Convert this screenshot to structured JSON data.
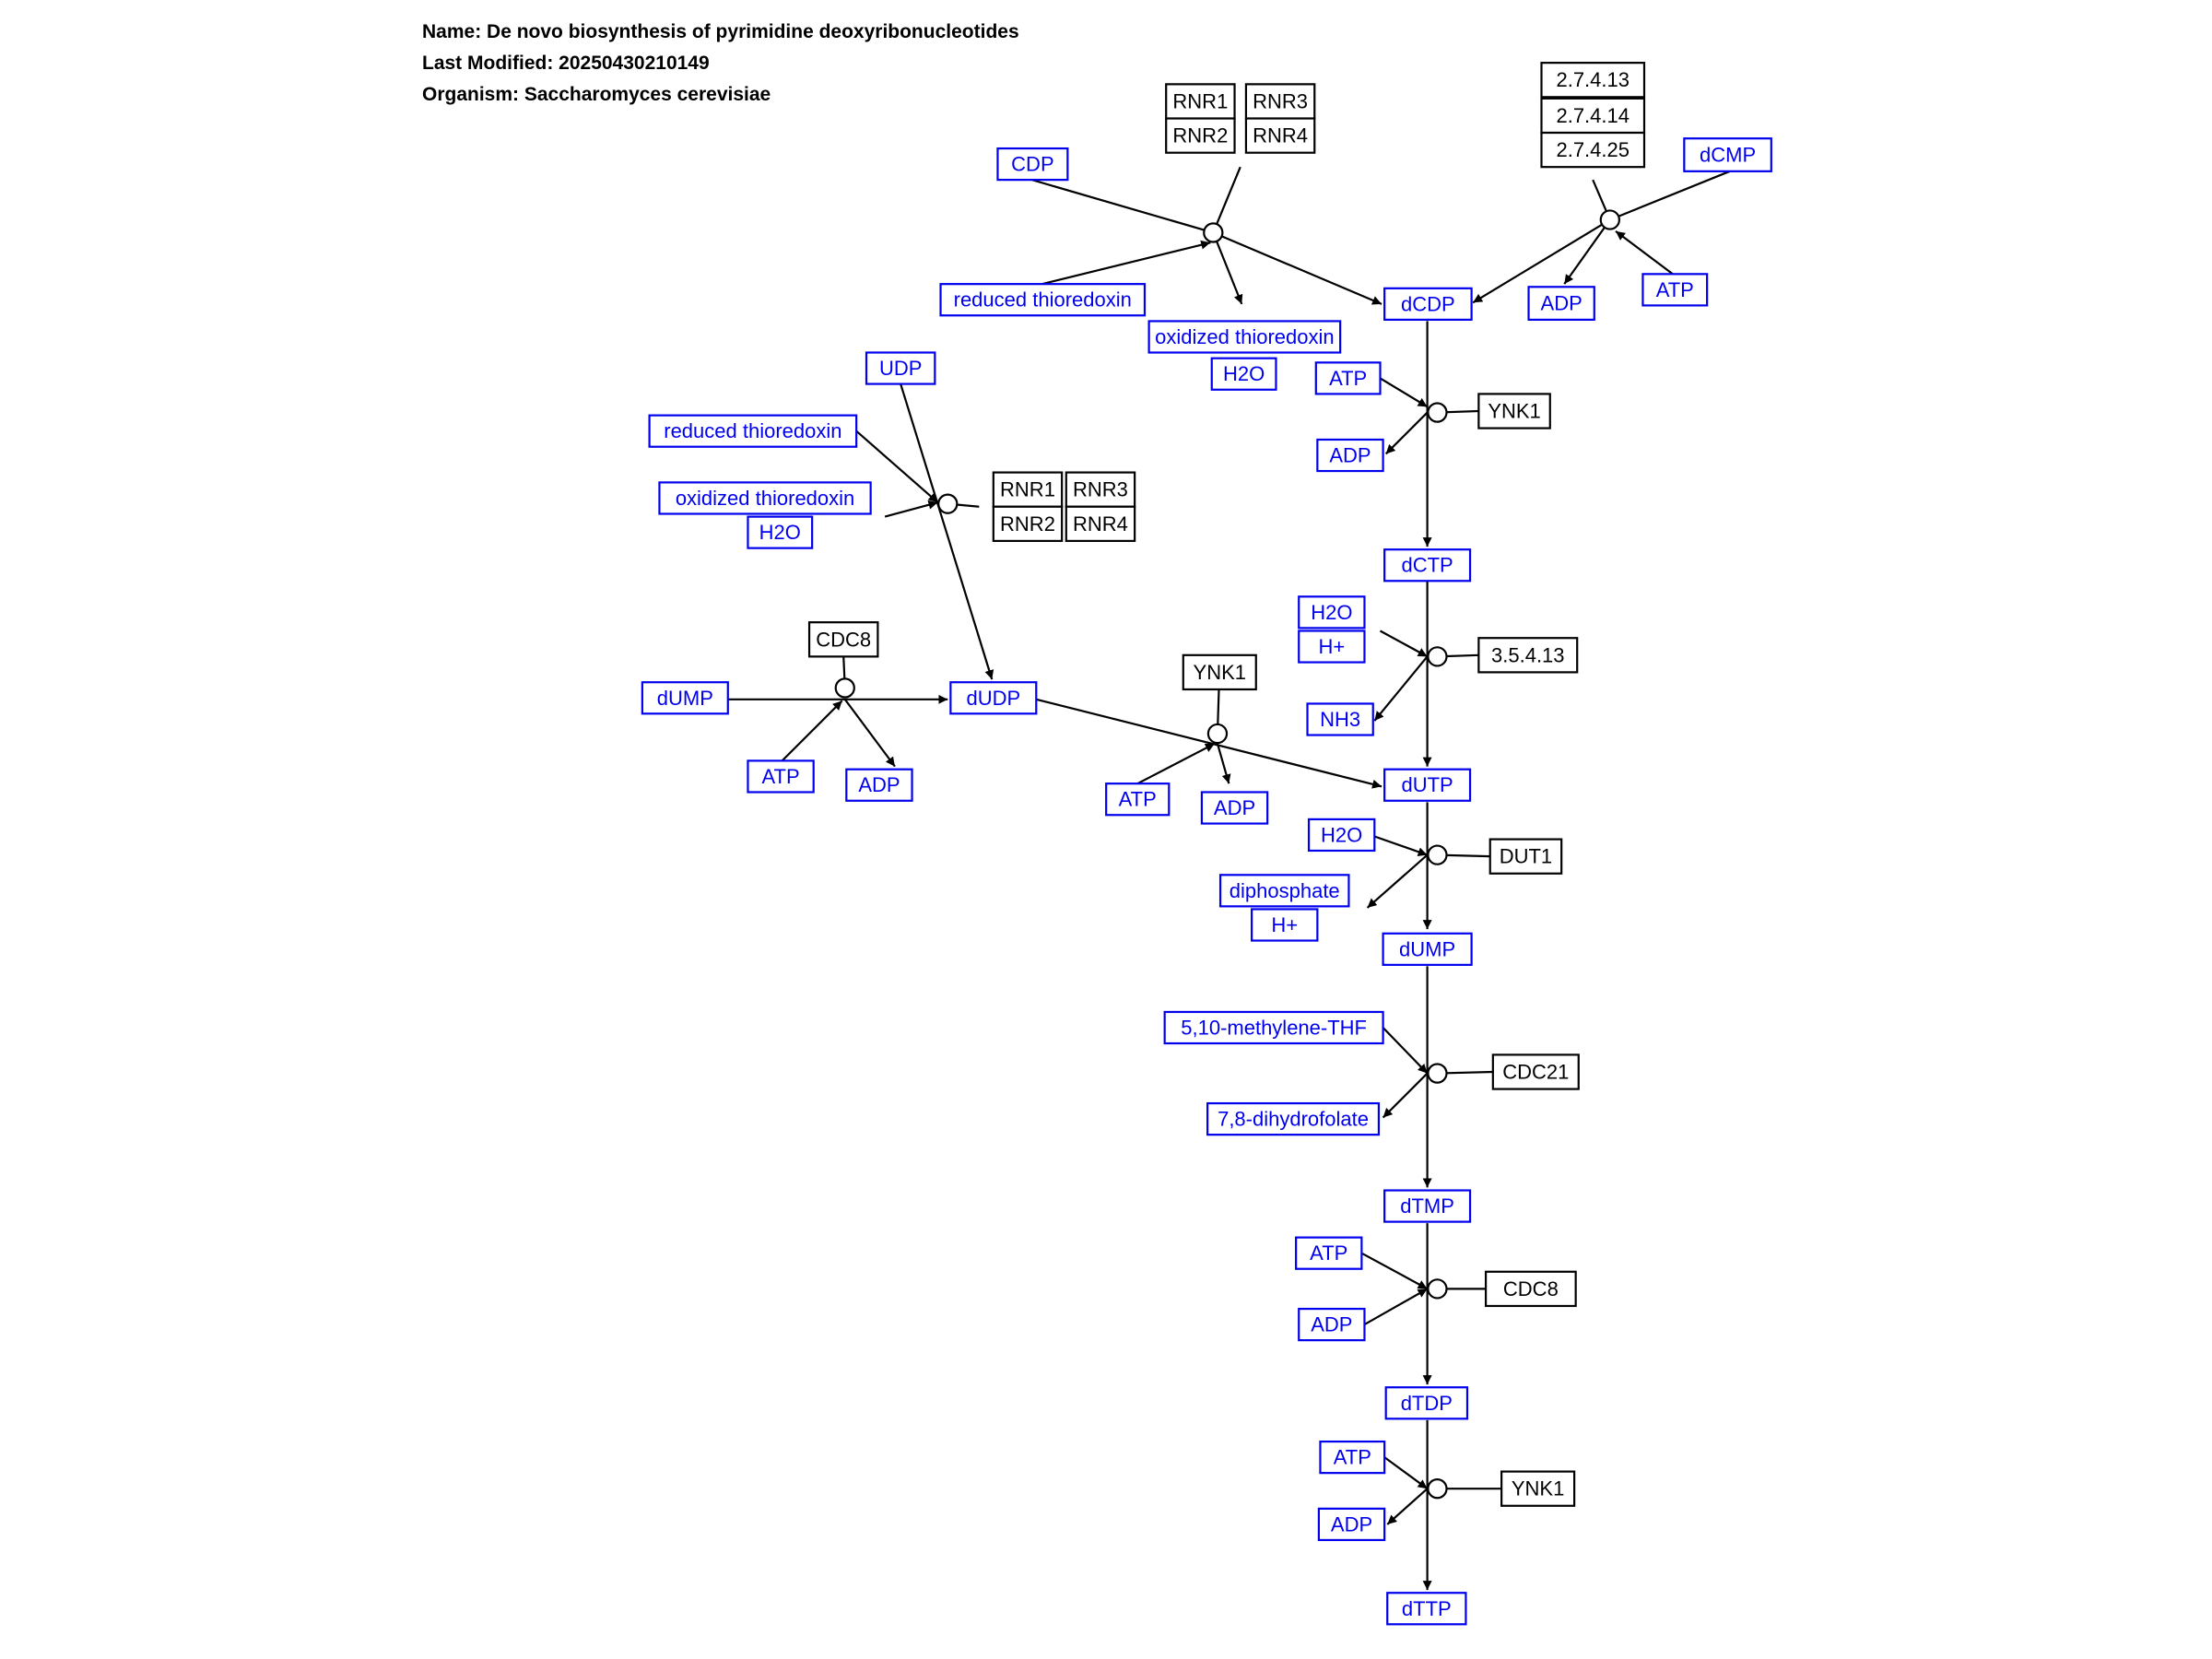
{
  "header": {
    "name": "Name: De novo biosynthesis of pyrimidine deoxyribonucleotides",
    "modified": "Last Modified: 20250430210149",
    "organism": "Organism: Saccharomyces cerevisiae"
  },
  "colors": {
    "metabolite": "#0000ee",
    "gene": "#000000",
    "line": "#000000"
  },
  "diagram": {
    "nodes": [
      {
        "id": "n1",
        "label": "RNR1",
        "type": "gene"
      },
      {
        "id": "n2",
        "label": "RNR3",
        "type": "gene"
      },
      {
        "id": "n3",
        "label": "RNR2",
        "type": "gene"
      },
      {
        "id": "n4",
        "label": "RNR4",
        "type": "gene"
      },
      {
        "id": "n5",
        "label": "2.7.4.13",
        "type": "gene"
      },
      {
        "id": "n6",
        "label": "2.7.4.14",
        "type": "gene"
      },
      {
        "id": "n7",
        "label": "2.7.4.25",
        "type": "gene"
      },
      {
        "id": "n8",
        "label": "CDP",
        "type": "metabolite"
      },
      {
        "id": "n9",
        "label": "dCMP",
        "type": "metabolite"
      },
      {
        "id": "n10",
        "label": "reduced thioredoxin",
        "type": "metabolite"
      },
      {
        "id": "n11",
        "label": "oxidized thioredoxin",
        "type": "metabolite"
      },
      {
        "id": "n12",
        "label": "H2O",
        "type": "metabolite"
      },
      {
        "id": "n13",
        "label": "dCDP",
        "type": "metabolite"
      },
      {
        "id": "n14",
        "label": "ADP",
        "type": "metabolite"
      },
      {
        "id": "n15",
        "label": "ATP",
        "type": "metabolite"
      },
      {
        "id": "n16",
        "label": "ATP",
        "type": "metabolite"
      },
      {
        "id": "n17",
        "label": "YNK1",
        "type": "gene"
      },
      {
        "id": "n18",
        "label": "ADP",
        "type": "metabolite"
      },
      {
        "id": "n19",
        "label": "UDP",
        "type": "metabolite"
      },
      {
        "id": "n20",
        "label": "reduced thioredoxin",
        "type": "metabolite"
      },
      {
        "id": "n21",
        "label": "oxidized thioredoxin",
        "type": "metabolite"
      },
      {
        "id": "n22",
        "label": "H2O",
        "type": "metabolite"
      },
      {
        "id": "n23",
        "label": "RNR1",
        "type": "gene"
      },
      {
        "id": "n24",
        "label": "RNR3",
        "type": "gene"
      },
      {
        "id": "n25",
        "label": "RNR2",
        "type": "gene"
      },
      {
        "id": "n26",
        "label": "RNR4",
        "type": "gene"
      },
      {
        "id": "n27",
        "label": "dCTP",
        "type": "metabolite"
      },
      {
        "id": "n28",
        "label": "H2O",
        "type": "metabolite"
      },
      {
        "id": "n29",
        "label": "H+",
        "type": "metabolite"
      },
      {
        "id": "n30",
        "label": "3.5.4.13",
        "type": "gene"
      },
      {
        "id": "n31",
        "label": "CDC8",
        "type": "gene"
      },
      {
        "id": "n32",
        "label": "NH3",
        "type": "metabolite"
      },
      {
        "id": "n33",
        "label": "dUMP",
        "type": "metabolite"
      },
      {
        "id": "n34",
        "label": "dUDP",
        "type": "metabolite"
      },
      {
        "id": "n35",
        "label": "YNK1",
        "type": "gene"
      },
      {
        "id": "n36",
        "label": "ATP",
        "type": "metabolite"
      },
      {
        "id": "n37",
        "label": "ADP",
        "type": "metabolite"
      },
      {
        "id": "n38",
        "label": "dUTP",
        "type": "metabolite"
      },
      {
        "id": "n39",
        "label": "ATP",
        "type": "metabolite"
      },
      {
        "id": "n40",
        "label": "ADP",
        "type": "metabolite"
      },
      {
        "id": "n41",
        "label": "H2O",
        "type": "metabolite"
      },
      {
        "id": "n42",
        "label": "DUT1",
        "type": "gene"
      },
      {
        "id": "n43",
        "label": "diphosphate",
        "type": "metabolite"
      },
      {
        "id": "n44",
        "label": "H+",
        "type": "metabolite"
      },
      {
        "id": "n45",
        "label": "dUMP",
        "type": "metabolite"
      },
      {
        "id": "n46",
        "label": "5,10-methylene-THF",
        "type": "metabolite"
      },
      {
        "id": "n47",
        "label": "CDC21",
        "type": "gene"
      },
      {
        "id": "n48",
        "label": "7,8-dihydrofolate",
        "type": "metabolite"
      },
      {
        "id": "n49",
        "label": "dTMP",
        "type": "metabolite"
      },
      {
        "id": "n50",
        "label": "ATP",
        "type": "metabolite"
      },
      {
        "id": "n51",
        "label": "CDC8",
        "type": "gene"
      },
      {
        "id": "n52",
        "label": "ADP",
        "type": "metabolite"
      },
      {
        "id": "n53",
        "label": "dTDP",
        "type": "metabolite"
      },
      {
        "id": "n54",
        "label": "ATP",
        "type": "metabolite"
      },
      {
        "id": "n55",
        "label": "YNK1",
        "type": "gene"
      },
      {
        "id": "n56",
        "label": "ADP",
        "type": "metabolite"
      },
      {
        "id": "n57",
        "label": "dTTP",
        "type": "metabolite"
      }
    ]
  }
}
